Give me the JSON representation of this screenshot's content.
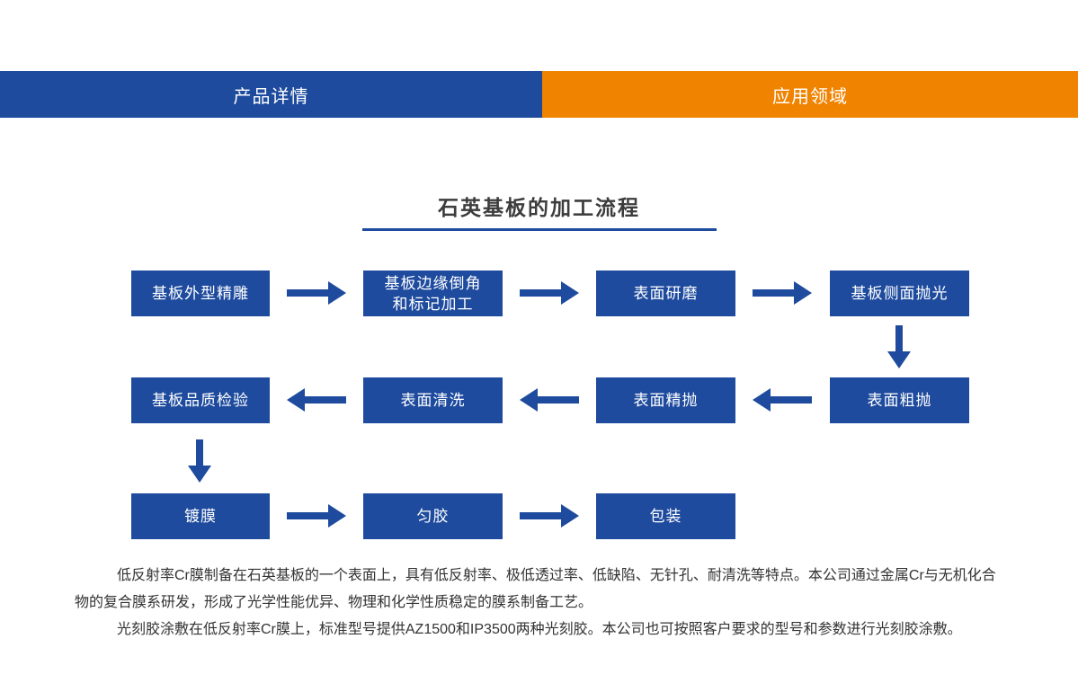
{
  "theme": {
    "primary_blue": "#1E4B9E",
    "accent_orange": "#F08300",
    "title_color": "#3c3c3c",
    "body_text_color": "#333333"
  },
  "tabs": [
    {
      "label": "产品详情",
      "color": "#1E4B9E",
      "active": true
    },
    {
      "label": "应用领域",
      "color": "#F08300",
      "active": false
    }
  ],
  "flow": {
    "title": "石英基板的加工流程",
    "boxes": [
      {
        "id": "b1",
        "label": "基板外型精雕"
      },
      {
        "id": "b2",
        "label": "基板边缘倒角\n和标记加工"
      },
      {
        "id": "b3",
        "label": "表面研磨"
      },
      {
        "id": "b4",
        "label": "基板侧面抛光"
      },
      {
        "id": "b5",
        "label": "表面粗抛"
      },
      {
        "id": "b6",
        "label": "表面精抛"
      },
      {
        "id": "b7",
        "label": "表面清洗"
      },
      {
        "id": "b8",
        "label": "基板品质检验"
      },
      {
        "id": "b9",
        "label": "镀膜"
      },
      {
        "id": "b10",
        "label": "匀胶"
      },
      {
        "id": "b11",
        "label": "包装"
      }
    ],
    "sequence": [
      "基板外型精雕",
      "基板边缘倒角和标记加工",
      "表面研磨",
      "基板侧面抛光",
      "表面粗抛",
      "表面精抛",
      "表面清洗",
      "基板品质检验",
      "镀膜",
      "匀胶",
      "包装"
    ]
  },
  "content": {
    "paragraphs": [
      "低反射率Cr膜制备在石英基板的一个表面上，具有低反射率、极低透过率、低缺陷、无针孔、耐清洗等特点。本公司通过金属Cr与无机化合物的复合膜系研发，形成了光学性能优异、物理和化学性质稳定的膜系制备工艺。",
      "光刻胶涂敷在低反射率Cr膜上，标准型号提供AZ1500和IP3500两种光刻胶。本公司也可按照客户要求的型号和参数进行光刻胶涂敷。"
    ]
  }
}
